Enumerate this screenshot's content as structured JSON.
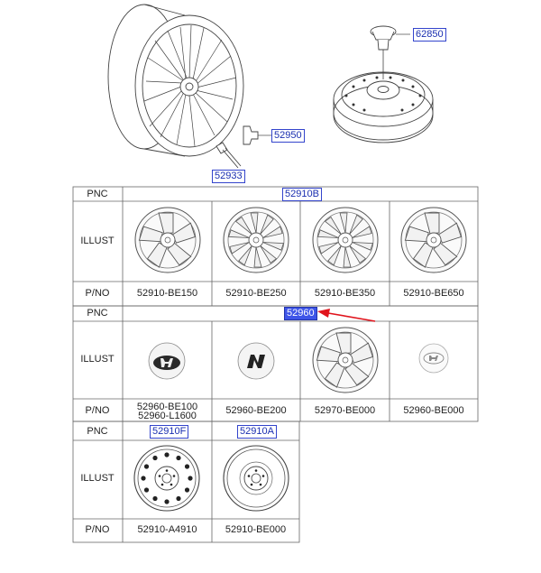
{
  "callouts": {
    "cap_nut": "62850",
    "lug_nut": "52950",
    "lug_bolt": "52933",
    "table1_pnc": "52910B",
    "table2_pnc": "52960",
    "table3_pnc_a": "52910F",
    "table3_pnc_b": "52910A"
  },
  "row_labels": {
    "pnc": "PNC",
    "illust": "ILLUST",
    "pno": "P/NO"
  },
  "table1": {
    "parts": [
      "52910-BE150",
      "52910-BE250",
      "52910-BE350",
      "52910-BE650"
    ]
  },
  "table2": {
    "parts": [
      {
        "line1": "52960-BE100",
        "line2": "52960-L1600"
      },
      {
        "line1": "52960-BE200",
        "line2": ""
      },
      {
        "line1": "52970-BE000",
        "line2": ""
      },
      {
        "line1": "52960-BE000",
        "line2": ""
      }
    ]
  },
  "table3": {
    "parts": [
      "52910-A4910",
      "52910-BE000"
    ]
  },
  "colors": {
    "callout_border": "#3344cc",
    "callout_active": "#3e55e8",
    "arrow": "#e0141c",
    "lines": "#444444"
  },
  "icons": [
    "alloy-wheel-icon",
    "spare-wheel-icon",
    "lug-nut-icon",
    "lug-bolt-icon",
    "wheel-cap-icon",
    "hyundai-logo-icon",
    "n-logo-icon",
    "steel-wheel-icon"
  ]
}
